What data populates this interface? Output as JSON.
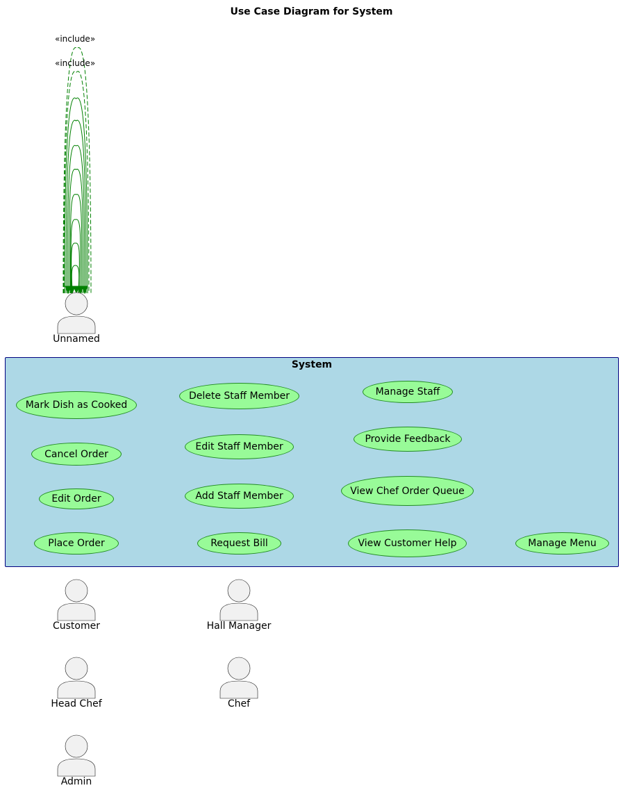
{
  "title": "Use Case Diagram for System",
  "include_labels": [
    "«include»",
    "«include»"
  ],
  "system": {
    "title": "System",
    "use_cases": [
      "Mark Dish as Cooked",
      "Cancel Order",
      "Edit Order",
      "Place Order",
      "Delete Staff Member",
      "Edit Staff Member",
      "Add Staff Member",
      "Request Bill",
      "Manage Staff",
      "Provide Feedback",
      "View Chef Order Queue",
      "View Customer Help",
      "Manage Menu"
    ]
  },
  "actors": [
    "Unnamed",
    "Customer",
    "Hall Manager",
    "Head Chef",
    "Chef",
    "Admin"
  ],
  "colors": {
    "use_case_fill": "#98fb98",
    "use_case_border": "#228b22",
    "system_fill": "#add8e6",
    "system_border": "#000080",
    "relation": "#008000",
    "actor_fill": "#f1f1f1"
  }
}
